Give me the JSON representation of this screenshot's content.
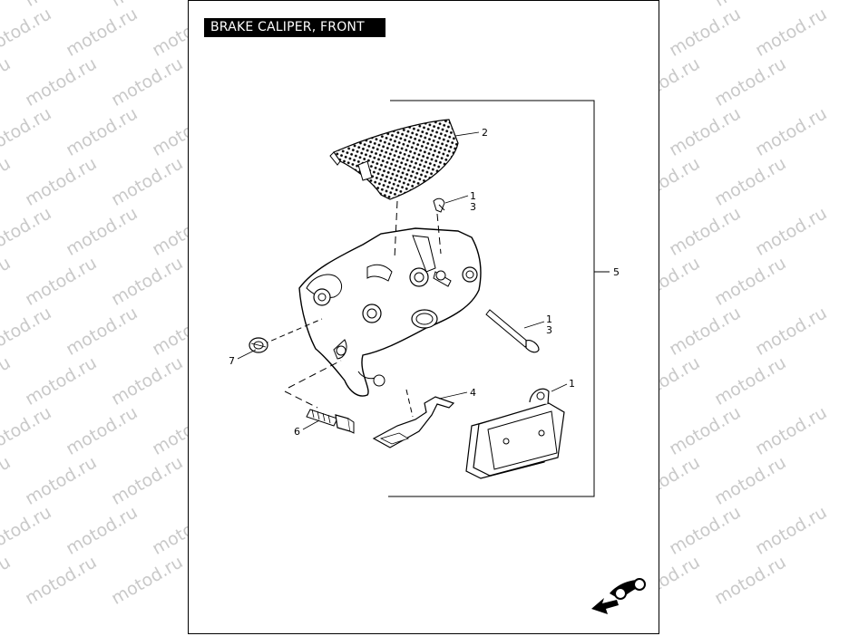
{
  "title": "BRAKE CALIPER, FRONT",
  "watermark": "motod.ru",
  "callouts": {
    "c2": "2",
    "c1a": "1",
    "c3a": "3",
    "c5": "5",
    "c1b": "1",
    "c3b": "3",
    "c7": "7",
    "c1c": "1",
    "c4": "4",
    "c6": "6"
  },
  "icons": {
    "brand": "motorcycle-direction-icon"
  }
}
